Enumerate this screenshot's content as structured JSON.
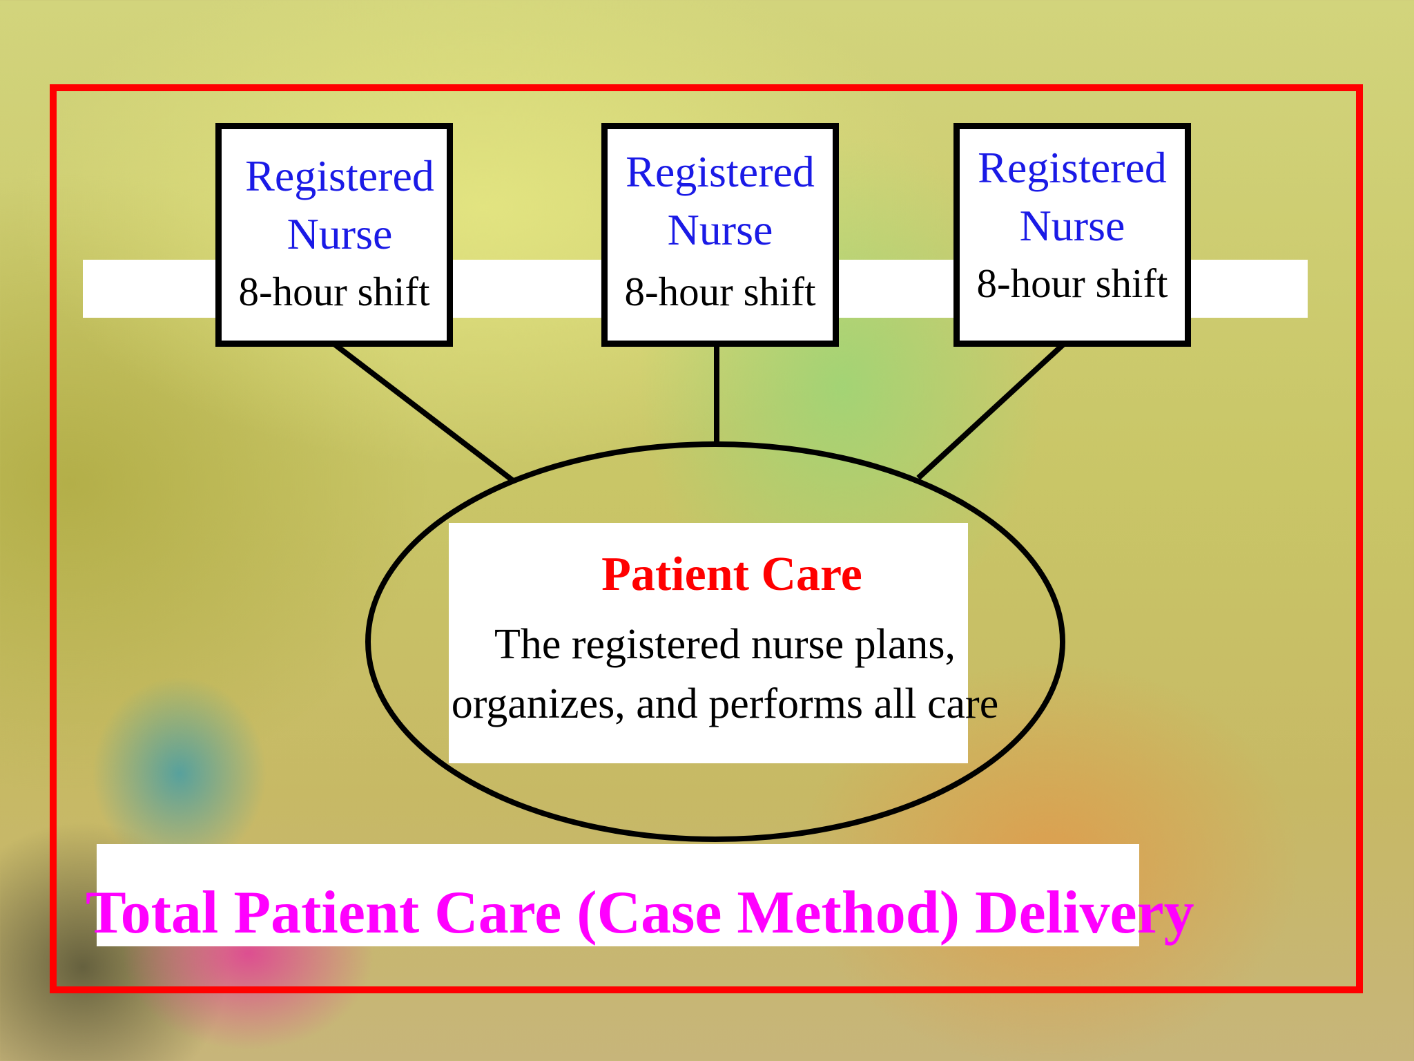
{
  "nurses": [
    {
      "title": "Registered Nurse",
      "shift": "8-hour shift"
    },
    {
      "title": "Registered Nurse",
      "shift": "8-hour shift"
    },
    {
      "title": "Registered Nurse",
      "shift": "8-hour shift"
    }
  ],
  "patient_care": {
    "title": "Patient Care",
    "description": "The registered nurse plans, organizes, and performs all care"
  },
  "footer_title": "Total Patient Care (Case Method) Delivery",
  "colors": {
    "frame": "#ff0000",
    "nurse_text": "#1a1ae6",
    "care_title": "#ff0000",
    "footer_title": "#ff00ff"
  }
}
